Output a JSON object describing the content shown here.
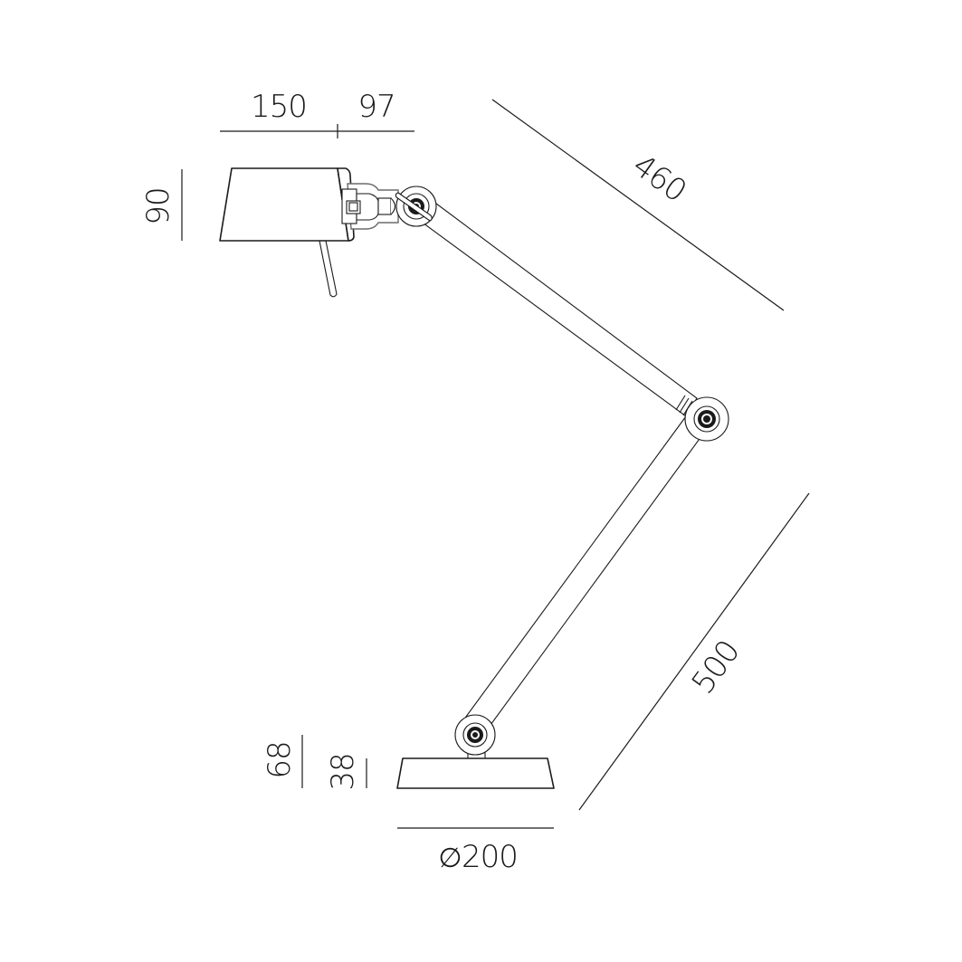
{
  "drawing": {
    "subject": "Desk lamp with two-arm articulation",
    "units": "mm",
    "colors": {
      "line": "#1a1a1a",
      "background": "#ffffff",
      "detail_grey": "#6b6b6b"
    },
    "dimensions": {
      "shade_depth": "150",
      "head_offset": "97",
      "shade_height": "90",
      "upper_arm_length": "460",
      "lower_arm_length": "500",
      "base_total_height": "68",
      "base_height": "38",
      "base_diameter_symbol": "∅",
      "base_diameter": "200"
    }
  }
}
